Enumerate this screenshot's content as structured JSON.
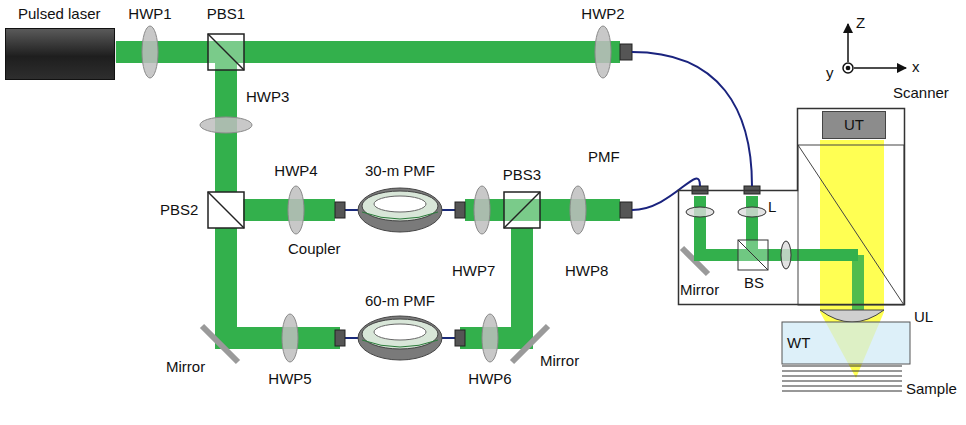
{
  "diagram": {
    "nodes": [
      {
        "text": [
          "Pulsed laser"
        ]
      },
      {
        "text": [
          "Scanner"
        ]
      },
      {
        "text": [
          "UT"
        ],
        "in": 1
      }
    ],
    "labels": [
      "HWP1",
      "PBS1",
      "HWP2",
      "Z",
      "y",
      "x",
      "PMF",
      "HWP3",
      "HWP4",
      "30-m PMF",
      "PBS3",
      "HWP8",
      "L",
      "PBS2",
      "Coupler",
      "HWP7",
      "Mirror",
      "BS",
      "Mirror",
      "HWP5",
      "60-m PMF",
      "HWP6",
      "Mirror",
      "WT",
      "UL",
      "Sample"
    ]
  }
}
